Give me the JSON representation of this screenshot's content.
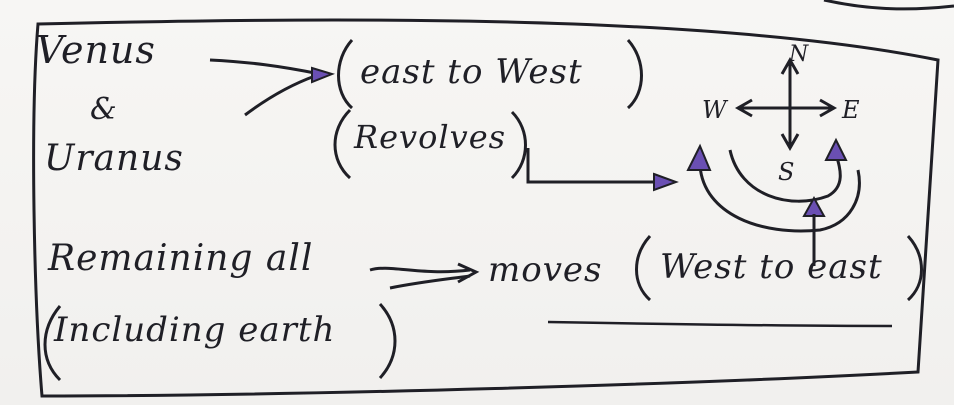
{
  "note": {
    "venus": "Venus",
    "and": "&",
    "uranus": "Uranus",
    "east_to_west": "east to West",
    "revolves": "Revolves",
    "remaining_all": "Remaining all",
    "including_earth": "Including earth",
    "moves": "moves",
    "west_to_east": "West to east"
  },
  "compass": {
    "north": "N",
    "west": "W",
    "east": "E",
    "south": "S"
  },
  "colors": {
    "ink": "#1f1f26",
    "highlight": "#6a4fb3"
  }
}
